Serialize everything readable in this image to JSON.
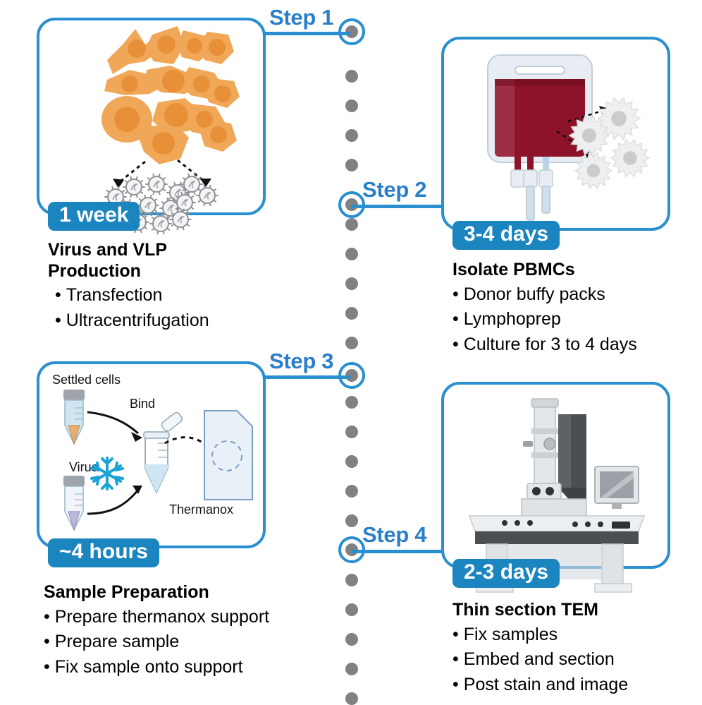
{
  "accent": {
    "blue": "#2a8fd0",
    "blue_text": "#2a7fc8",
    "badge_blue": "#1b85c0",
    "dot_gray": "#7f8184",
    "cell_orange": "#f0a858",
    "nucleus_orange": "#e89038",
    "blood_red": "#8c132a"
  },
  "timeline": {
    "step_labels": [
      "Step 1",
      "Step 2",
      "Step 3",
      "Step 4"
    ]
  },
  "steps": [
    {
      "step_label": "Step 1",
      "badge": "1 week",
      "title": "Virus and VLP Production",
      "title_line1": "Virus and VLP",
      "title_line2": "Production",
      "bullets": [
        "Transfection",
        "Ultracentrifugation"
      ],
      "illustration": "cells-producing-virus"
    },
    {
      "step_label": "Step 2",
      "badge": "3-4 days",
      "title": "Isolate PBMCs",
      "bullets": [
        "Donor buffy packs",
        "Lymphoprep",
        "Culture for 3 to 4 days"
      ],
      "illustration": "blood-bag-with-pbmcs"
    },
    {
      "step_label": "Step 3",
      "badge": "~4 hours",
      "title": "Sample Preparation",
      "bullets": [
        "Prepare thermanox support",
        "Prepare sample",
        "Fix sample onto support"
      ],
      "illustration": "tubes-binding-to-thermanox",
      "inline_labels": {
        "settled_cells": "Settled cells",
        "virus": "Virus",
        "bind": "Bind",
        "thermanox": "Thermanox"
      }
    },
    {
      "step_label": "Step 4",
      "badge": "2-3 days",
      "title": "Thin section TEM",
      "bullets": [
        "Fix samples",
        "Embed and section",
        "Post stain and image"
      ],
      "illustration": "transmission-electron-microscope"
    }
  ]
}
